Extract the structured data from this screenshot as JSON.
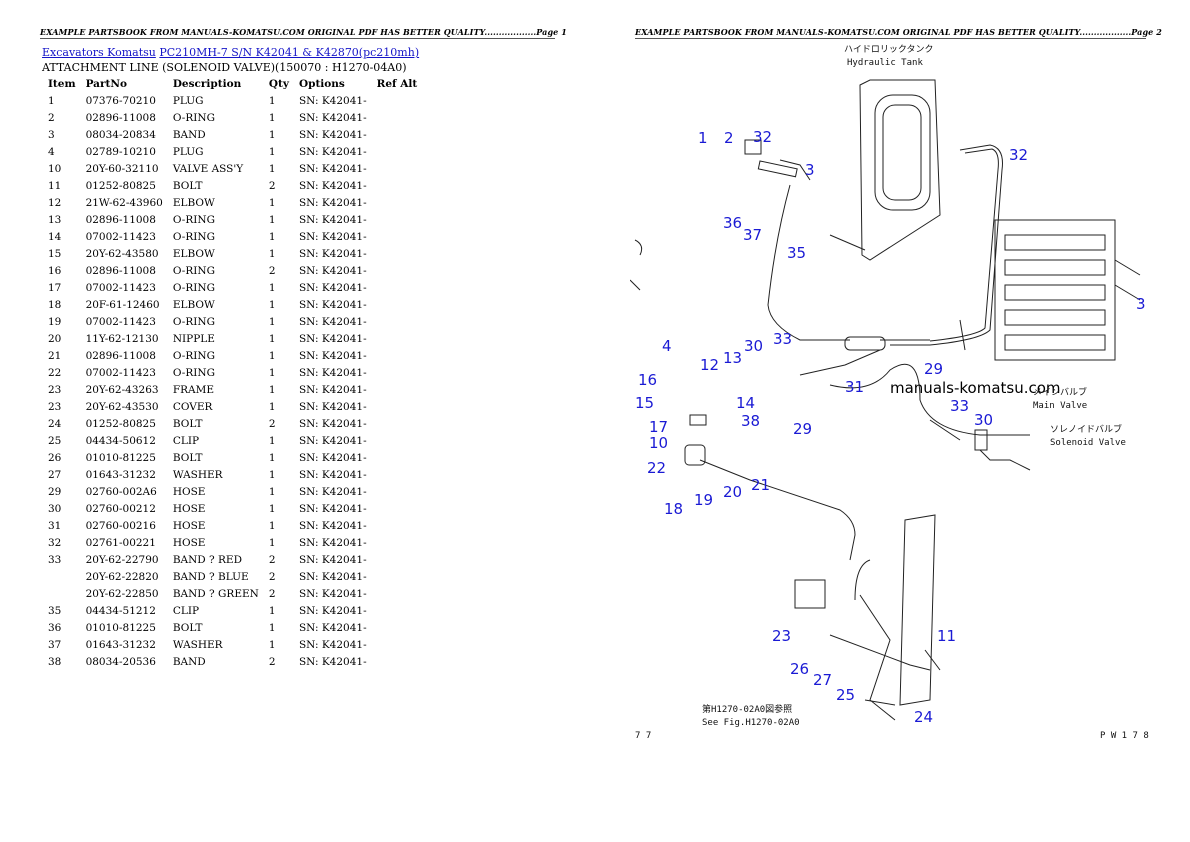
{
  "page1": {
    "header": "EXAMPLE PARTSBOOK FROM MANUALS-KOMATSU.COM ORIGINAL PDF HAS BETTER QUALITY..................Page 1",
    "breadcrumb": {
      "link1": "Excavators Komatsu",
      "link2": "PC210MH-7 S/N K42041 & K42870(pc210mh)"
    },
    "subtitle": "ATTACHMENT LINE (SOLENOID VALVE)(150070 : H1270-04A0)",
    "columns": [
      "Item",
      "PartNo",
      "Description",
      "Qty",
      "Options",
      "Ref Alt"
    ],
    "rows": [
      [
        "1",
        "07376-70210",
        "PLUG",
        "1",
        "SN: K42041-",
        ""
      ],
      [
        "2",
        "02896-11008",
        "O-RING",
        "1",
        "SN: K42041-",
        ""
      ],
      [
        "3",
        "08034-20834",
        "BAND",
        "1",
        "SN: K42041-",
        ""
      ],
      [
        "4",
        "02789-10210",
        "PLUG",
        "1",
        "SN: K42041-",
        ""
      ],
      [
        "10",
        "20Y-60-32110",
        "VALVE ASS'Y",
        "1",
        "SN: K42041-",
        ""
      ],
      [
        "11",
        "01252-80825",
        "BOLT",
        "2",
        "SN: K42041-",
        ""
      ],
      [
        "12",
        "21W-62-43960",
        "ELBOW",
        "1",
        "SN: K42041-",
        ""
      ],
      [
        "13",
        "02896-11008",
        "O-RING",
        "1",
        "SN: K42041-",
        ""
      ],
      [
        "14",
        "07002-11423",
        "O-RING",
        "1",
        "SN: K42041-",
        ""
      ],
      [
        "15",
        "20Y-62-43580",
        "ELBOW",
        "1",
        "SN: K42041-",
        ""
      ],
      [
        "16",
        "02896-11008",
        "O-RING",
        "2",
        "SN: K42041-",
        ""
      ],
      [
        "17",
        "07002-11423",
        "O-RING",
        "1",
        "SN: K42041-",
        ""
      ],
      [
        "18",
        "20F-61-12460",
        "ELBOW",
        "1",
        "SN: K42041-",
        ""
      ],
      [
        "19",
        "07002-11423",
        "O-RING",
        "1",
        "SN: K42041-",
        ""
      ],
      [
        "20",
        "11Y-62-12130",
        "NIPPLE",
        "1",
        "SN: K42041-",
        ""
      ],
      [
        "21",
        "02896-11008",
        "O-RING",
        "1",
        "SN: K42041-",
        ""
      ],
      [
        "22",
        "07002-11423",
        "O-RING",
        "1",
        "SN: K42041-",
        ""
      ],
      [
        "23",
        "20Y-62-43263",
        "FRAME",
        "1",
        "SN: K42041-",
        ""
      ],
      [
        "23",
        "20Y-62-43530",
        "COVER",
        "1",
        "SN: K42041-",
        ""
      ],
      [
        "24",
        "01252-80825",
        "BOLT",
        "2",
        "SN: K42041-",
        ""
      ],
      [
        "25",
        "04434-50612",
        "CLIP",
        "1",
        "SN: K42041-",
        ""
      ],
      [
        "26",
        "01010-81225",
        "BOLT",
        "1",
        "SN: K42041-",
        ""
      ],
      [
        "27",
        "01643-31232",
        "WASHER",
        "1",
        "SN: K42041-",
        ""
      ],
      [
        "29",
        "02760-002A6",
        "HOSE",
        "1",
        "SN: K42041-",
        ""
      ],
      [
        "30",
        "02760-00212",
        "HOSE",
        "1",
        "SN: K42041-",
        ""
      ],
      [
        "31",
        "02760-00216",
        "HOSE",
        "1",
        "SN: K42041-",
        ""
      ],
      [
        "32",
        "02761-00221",
        "HOSE",
        "1",
        "SN: K42041-",
        ""
      ],
      [
        "33",
        "20Y-62-22790",
        "BAND ? RED",
        "2",
        "SN: K42041-",
        ""
      ],
      [
        "",
        "20Y-62-22820",
        "BAND ? BLUE",
        "2",
        "SN: K42041-",
        ""
      ],
      [
        "",
        "20Y-62-22850",
        "BAND ? GREEN",
        "2",
        "SN: K42041-",
        ""
      ],
      [
        "35",
        "04434-51212",
        "CLIP",
        "1",
        "SN: K42041-",
        ""
      ],
      [
        "36",
        "01010-81225",
        "BOLT",
        "1",
        "SN: K42041-",
        ""
      ],
      [
        "37",
        "01643-31232",
        "WASHER",
        "1",
        "SN: K42041-",
        ""
      ],
      [
        "38",
        "08034-20536",
        "BAND",
        "2",
        "SN: K42041-",
        ""
      ]
    ]
  },
  "page2": {
    "header": "EXAMPLE PARTSBOOK FROM MANUALS-KOMATSU.COM ORIGINAL PDF HAS BETTER QUALITY..................Page 2",
    "diagram": {
      "tank_jp": "ハイドロリックタンク",
      "tank_en": "Hydraulic Tank",
      "watermark": "manuals-komatsu.com",
      "main_valve_jp": "メインバルブ",
      "main_valve_en": "Main Valve",
      "solenoid_jp": "ソレノイドバルブ",
      "solenoid_en": "Solenoid Valve",
      "see_fig_jp": "第H1270-02A0図参照",
      "see_fig_en": "See Fig.H1270-02A0",
      "corner_left": "7 7",
      "corner_right": "P W 1 7 8",
      "callouts": [
        {
          "label": "1"
        },
        {
          "label": "2"
        },
        {
          "label": "32"
        },
        {
          "label": "3"
        },
        {
          "label": "32"
        },
        {
          "label": "36"
        },
        {
          "label": "37"
        },
        {
          "label": "35"
        },
        {
          "label": "3"
        },
        {
          "label": "4"
        },
        {
          "label": "12"
        },
        {
          "label": "13"
        },
        {
          "label": "30"
        },
        {
          "label": "33"
        },
        {
          "label": "16"
        },
        {
          "label": "31"
        },
        {
          "label": "29"
        },
        {
          "label": "15"
        },
        {
          "label": "14"
        },
        {
          "label": "38"
        },
        {
          "label": "17"
        },
        {
          "label": "10"
        },
        {
          "label": "29"
        },
        {
          "label": "33"
        },
        {
          "label": "30"
        },
        {
          "label": "22"
        },
        {
          "label": "21"
        },
        {
          "label": "20"
        },
        {
          "label": "19"
        },
        {
          "label": "18"
        },
        {
          "label": "23"
        },
        {
          "label": "11"
        },
        {
          "label": "26"
        },
        {
          "label": "27"
        },
        {
          "label": "25"
        },
        {
          "label": "24"
        }
      ]
    }
  }
}
